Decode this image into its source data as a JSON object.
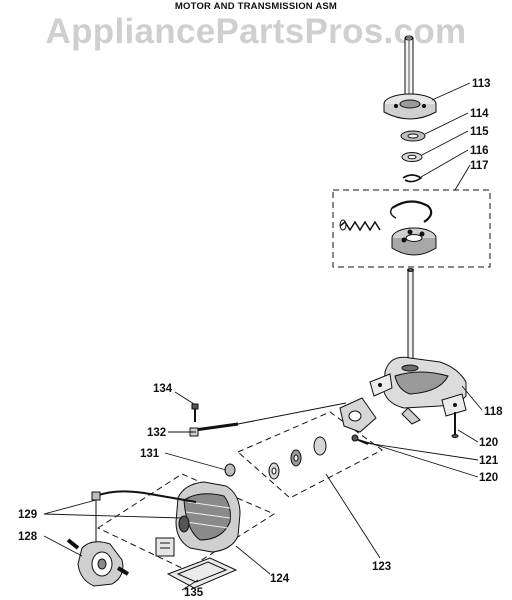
{
  "title": "MOTOR AND TRANSMISSION ASM",
  "watermark": "AppliancePartsPros.com",
  "parts": [
    {
      "id": "p113",
      "label": "113"
    },
    {
      "id": "p114",
      "label": "114"
    },
    {
      "id": "p115",
      "label": "115"
    },
    {
      "id": "p116",
      "label": "116"
    },
    {
      "id": "p117",
      "label": "117"
    },
    {
      "id": "p118",
      "label": "118"
    },
    {
      "id": "p120a",
      "label": "120"
    },
    {
      "id": "p121",
      "label": "121"
    },
    {
      "id": "p120b",
      "label": "120"
    },
    {
      "id": "p123",
      "label": "123"
    },
    {
      "id": "p124",
      "label": "124"
    },
    {
      "id": "p128",
      "label": "128"
    },
    {
      "id": "p129",
      "label": "129"
    },
    {
      "id": "p131",
      "label": "131"
    },
    {
      "id": "p132",
      "label": "132"
    },
    {
      "id": "p134",
      "label": "134"
    },
    {
      "id": "p135",
      "label": "135"
    }
  ]
}
